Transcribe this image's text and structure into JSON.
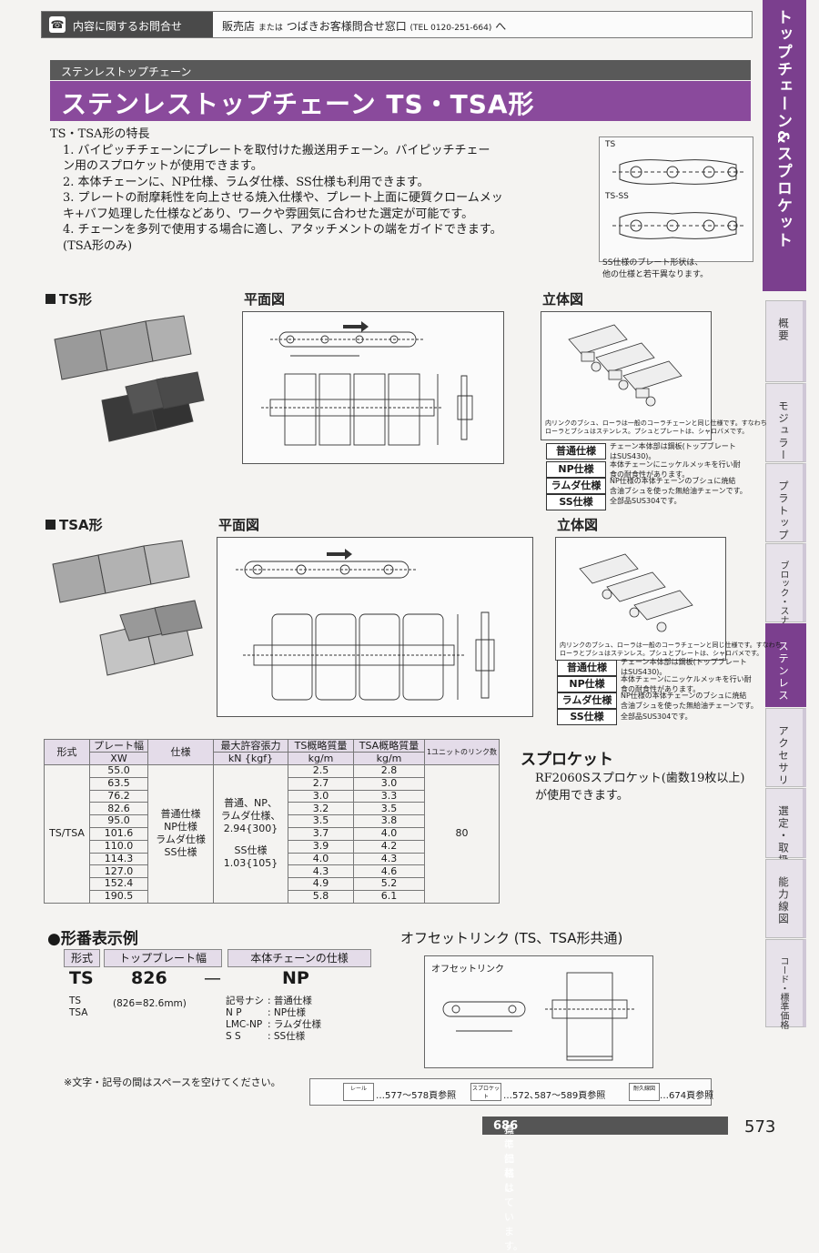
{
  "contact": {
    "label": "内容に関するお問合せ",
    "prefix": "販売店",
    "mata": "または",
    "window": "つばきお客様問合せ窓口",
    "tel": "(TEL 0120-251-664)",
    "suffix": "へ"
  },
  "side_tabs": {
    "main": "トップチェーン&スプロケット",
    "items": [
      "概要",
      "モジュラー",
      "プラトップ",
      "ブロック・スナップ",
      "ステンレス",
      "アクセサリ",
      "選定・取扱",
      "能力線図",
      "コード・標準価格"
    ],
    "active": "ステンレス"
  },
  "header": {
    "subtitle": "ステンレストップチェーン",
    "title": "ステンレストップチェーン TS・TSA形"
  },
  "features": {
    "heading": "TS・TSA形の特長",
    "lines": [
      "1. バイピッチチェーンにプレートを取付けた搬送用チェーン。バイピッチチェー",
      "   ン用のスプロケットが使用できます。",
      "2. 本体チェーンに、NP仕様、ラムダ仕様、SS仕様も利用できます。",
      "3. プレートの耐摩耗性を向上させる焼入仕様や、プレート上面に硬質クロームメッ",
      "   キ+バフ処理した仕様などあり、ワークや雰囲気に合わせた選定が可能です。",
      "4. チェーンを多列で使用する場合に適し、アタッチメントの端をガイドできます。",
      "   (TSA形のみ)"
    ]
  },
  "plate_diagram": {
    "label_ts": "TS",
    "label_ts_ss": "TS-SS",
    "note_line1": "SS仕様のプレート形状は、",
    "note_line2": "他の仕様と若干異なります。"
  },
  "ts_section": {
    "heading": "TS形",
    "plan_label": "平面図",
    "iso_label": "立体図",
    "iso_caption_1": "内リンクのブシュ、ローラは一般のコーラチェーンと同じ仕様です。すなわち",
    "iso_caption_2": "ローラとブシュはステンレス。プシュとプレートは、シャロバメです。"
  },
  "tsa_section": {
    "heading": "TSA形",
    "plan_label": "平面図",
    "iso_label": "立体図",
    "iso_caption_1": "内リンクのブシュ、ローラは一般のコーラチェーンと同じ仕様です。すなわち",
    "iso_caption_2": "ローラとブシュはステンレス。プシュとプレートは、シャロバメです。"
  },
  "spec_list": [
    {
      "tag": "普通仕様",
      "desc1": "チェーン本体部は鋼板(トップブレート",
      "desc2": "はSUS430)。"
    },
    {
      "tag": "NP仕様",
      "desc1": "本体チェーンにニッケルメッキを行い耐",
      "desc2": "食の耐食性があります。"
    },
    {
      "tag": "ラムダ仕様",
      "desc1": "NP仕様の本体チェーンのブシュに焼結",
      "desc2": "含油ブシュを使った無給油チェーンです。"
    },
    {
      "tag": "SS仕様",
      "desc1": "全部品SUS304です。",
      "desc2": ""
    }
  ],
  "table": {
    "headers": {
      "model": "形式",
      "width": "プレート幅",
      "width_unit": "XW",
      "spec": "仕様",
      "load": "最大許容張力",
      "load_unit": "kN {kgf}",
      "ts_mass": "TS概略質量",
      "ts_mass_unit": "kg/m",
      "tsa_mass": "TSA概略質量",
      "tsa_mass_unit": "kg/m",
      "links": "1ユニットのリンク数"
    },
    "model": "TS/TSA",
    "spec_lines": [
      "普通仕様",
      "NP仕様",
      "ラムダ仕様",
      "SS仕様"
    ],
    "load_lines": [
      "普通、NP、",
      "ラムダ仕様、",
      "2.94{300}",
      "",
      "SS仕様",
      "1.03{105}"
    ],
    "links": "80",
    "rows": [
      {
        "width": "55.0",
        "ts": "2.5",
        "tsa": "2.8"
      },
      {
        "width": "63.5",
        "ts": "2.7",
        "tsa": "3.0"
      },
      {
        "width": "76.2",
        "ts": "3.0",
        "tsa": "3.3"
      },
      {
        "width": "82.6",
        "ts": "3.2",
        "tsa": "3.5"
      },
      {
        "width": "95.0",
        "ts": "3.5",
        "tsa": "3.8"
      },
      {
        "width": "101.6",
        "ts": "3.7",
        "tsa": "4.0"
      },
      {
        "width": "110.0",
        "ts": "3.9",
        "tsa": "4.2"
      },
      {
        "width": "114.3",
        "ts": "4.0",
        "tsa": "4.3"
      },
      {
        "width": "127.0",
        "ts": "4.3",
        "tsa": "4.6"
      },
      {
        "width": "152.4",
        "ts": "4.9",
        "tsa": "5.2"
      },
      {
        "width": "190.5",
        "ts": "5.8",
        "tsa": "6.1"
      }
    ]
  },
  "sprocket": {
    "title": "スプロケット",
    "text": "RF2060Sスプロケット(歯数19枚以上)が使用できます。"
  },
  "designation": {
    "title": "●形番表示例",
    "tag_model": "形式",
    "tag_plate": "トップブレート幅",
    "tag_chain": "本体チェーンの仕様",
    "val_model": "TS",
    "val_plate": "826",
    "dash": "—",
    "val_chain": "NP",
    "model_opt1": "TS",
    "model_opt2": "TSA",
    "plate_note": "(826=82.6mm)",
    "chain_opts": [
      [
        "記号ナシ",
        ": 普通仕様"
      ],
      [
        "N P",
        ": NP仕様"
      ],
      [
        "LMC-NP",
        ": ラムダ仕様"
      ],
      [
        "S S",
        ": SS仕様"
      ]
    ]
  },
  "offset": {
    "title": "オフセットリンク (TS、TSA形共通)",
    "label": "オフセットリンク"
  },
  "footer": {
    "note": "※文字・記号の間はスペースを空けてください。",
    "refs": [
      "…577～578頁参照",
      "…572､587～589頁参照",
      "…674頁参照"
    ],
    "ref_icons": [
      "レール",
      "スプロケット",
      "耐久線図"
    ],
    "price_pre": "標準価格は",
    "price_page": "686",
    "price_post": "頁に記載しています。",
    "page": "573"
  }
}
